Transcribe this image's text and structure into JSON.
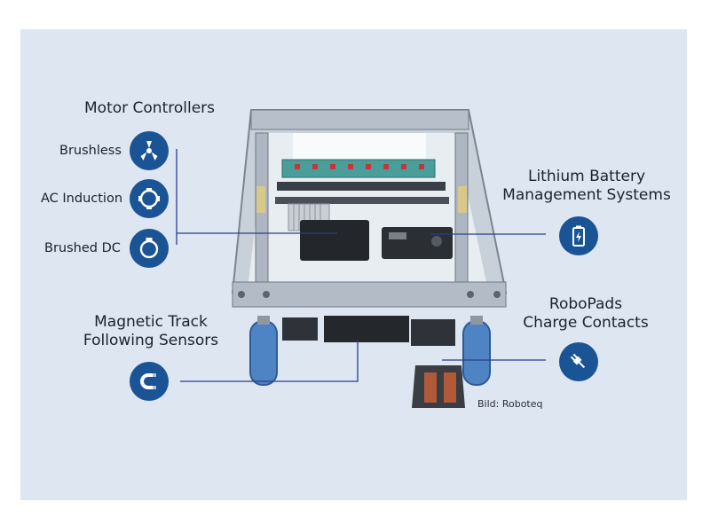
{
  "motor_controllers": {
    "title": "Motor Controllers",
    "items": [
      {
        "label": "Brushless",
        "icon": "brushless-motor-icon"
      },
      {
        "label": "AC Induction",
        "icon": "ac-induction-motor-icon"
      },
      {
        "label": "Brushed DC",
        "icon": "brushed-dc-motor-icon"
      }
    ]
  },
  "battery": {
    "title_line1": "Lithium Battery",
    "title_line2": "Management Systems",
    "icon": "battery-icon"
  },
  "sensors": {
    "title_line1": "Magnetic Track",
    "title_line2": "Following Sensors",
    "icon": "magnet-icon"
  },
  "robopads": {
    "title_line1": "RoboPads",
    "title_line2": "Charge Contacts",
    "icon": "plug-icon"
  },
  "credit": "Bild: Roboteq",
  "colors": {
    "panel": "#dde6f1",
    "icon_bg": "#1a5495",
    "line": "#2a3f8f"
  }
}
